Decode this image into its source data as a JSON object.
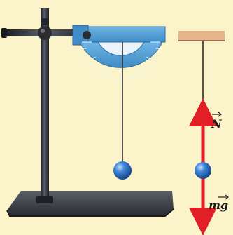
{
  "labels": {
    "normal_force_symbol": "N",
    "gravity_force_symbol": "mg"
  },
  "colors": {
    "background": "#fbf3c9",
    "stand_dark": "#2a2c30",
    "base_top": "#3d4046",
    "protractor": "#5aa5d8",
    "protractor_light": "#d9eaf6",
    "ceiling": "#e7b58c",
    "string": "#2c2c2c",
    "ball": "#1e5fb3",
    "ball_highlight": "#8fc0f0",
    "force_arrow": "#e01f26"
  },
  "icons": {
    "normal_force_arrow": "arrow-up",
    "gravity_force_arrow": "arrow-down"
  }
}
